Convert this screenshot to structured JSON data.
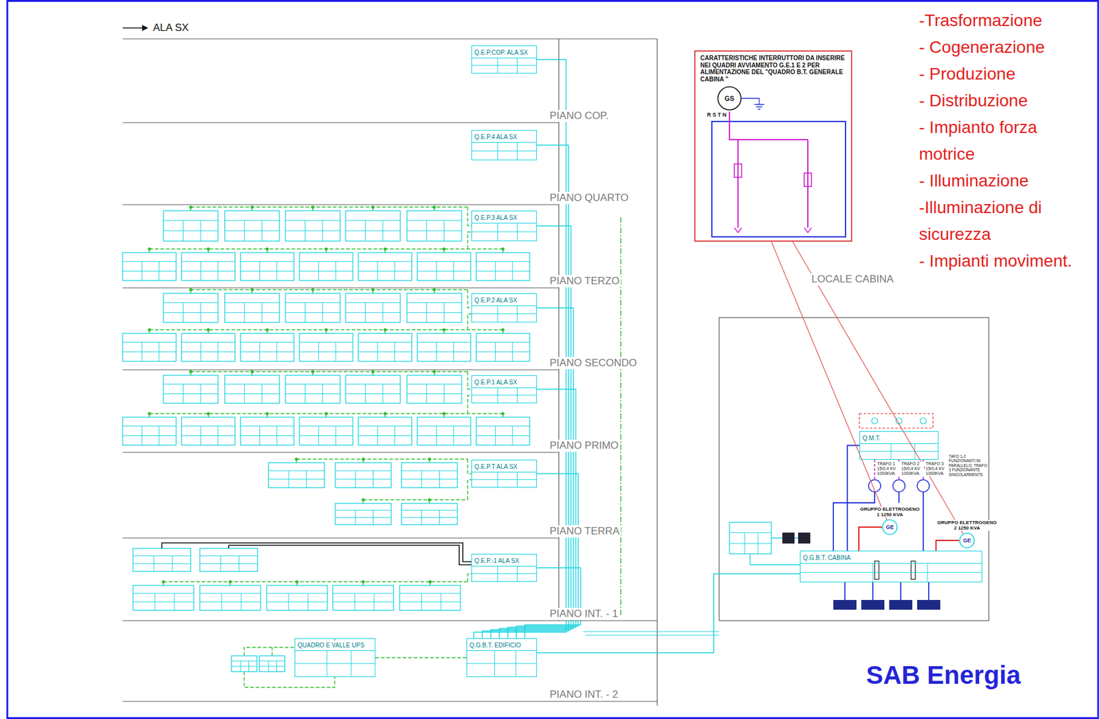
{
  "diagram": {
    "nodes": [
      {
        "text": [
          "Q.E.P.COP. ALA SX"
        ]
      },
      {
        "text": [
          "Q.E.P.4 ALA SX"
        ]
      },
      {
        "text": [
          "Q.E.P.3 ALA SX"
        ]
      },
      {
        "text": [
          "Q.E.P.2 ALA SX"
        ]
      },
      {
        "text": [
          "Q.E.P.1 ALA SX"
        ]
      },
      {
        "text": [
          "Q.E.P.T ALA SX"
        ]
      },
      {
        "text": [
          "Q.E.P.-1 ALA SX"
        ]
      },
      {
        "text": [
          "QUADRO E VALLE UPS"
        ]
      },
      {
        "text": [
          "Q.G.B.T. EDIFICIO"
        ]
      },
      {
        "text": [
          "CARATTERISTICHE INTERRUTTORI DA INSERIRE NEI QUADRI AVVIAMENTO G.E.1 E 2 PER ALIMENTAZIONE DEL \"QUADRO B.T. GENERALE CABINA \""
        ]
      },
      {
        "text": [
          "GS"
        ],
        "in": 9
      },
      {
        "text": [
          "Q.M.T."
        ]
      },
      {
        "text": [
          "GE",
          "GRUPPO ELETTROGENO 1 1250 KVA"
        ]
      },
      {
        "text": [
          "GE",
          "GRUPPO ELETTROGENO 2 1250 KVA"
        ]
      },
      {
        "text": [
          "Q.G.B.T. CABINA"
        ]
      }
    ],
    "edges": [
      {
        "from": 8,
        "to": 0,
        "arrow": "none"
      },
      {
        "from": 8,
        "to": 1,
        "arrow": "none"
      },
      {
        "from": 8,
        "to": 2,
        "arrow": "none"
      },
      {
        "from": 8,
        "to": 3,
        "arrow": "none"
      },
      {
        "from": 8,
        "to": 4,
        "arrow": "none"
      },
      {
        "from": 8,
        "to": 5,
        "arrow": "none"
      },
      {
        "from": 8,
        "to": 6,
        "arrow": "none"
      },
      {
        "from": 8,
        "to": 7,
        "arrow": "none"
      },
      {
        "from": 14,
        "to": 8,
        "arrow": "none"
      },
      {
        "from": 11,
        "to": 14,
        "arrow": "none"
      },
      {
        "from": 12,
        "to": 14,
        "arrow": "none"
      },
      {
        "from": 13,
        "to": 14,
        "arrow": "none"
      },
      {
        "from": 9,
        "to": 12,
        "arrow": "none"
      },
      {
        "from": 9,
        "to": 13,
        "arrow": "none"
      }
    ],
    "labels": [
      "ALA SX",
      "PIANO COP.",
      "PIANO QUARTO",
      "PIANO TERZO",
      "PIANO SECONDO",
      "PIANO PRIMO",
      "PIANO TERRA",
      "PIANO INT. - 1",
      "PIANO INT. - 2",
      "R S T N",
      "TRAFO 1 15/0,4 KV 1000KVA",
      "TRAFO 2 15/0,4 KV 1000KVA",
      "TRAFO 3 15/0,4 KV 1000KVA",
      "TAFO 1-2 FUNZIONANTI IN PARALLELO, TRAFO 3 FUNZIONANTE SINGOLARMENTE",
      "LOCALE CABINA",
      "-Trasformazione",
      "- Cogenerazione",
      "- Produzione",
      "- Distribuzione",
      "- Impianto forza motrice",
      "- Illuminazione",
      "-Illuminazione di sicurezza",
      "- Impianti moviment.",
      "SAB Energia"
    ]
  }
}
